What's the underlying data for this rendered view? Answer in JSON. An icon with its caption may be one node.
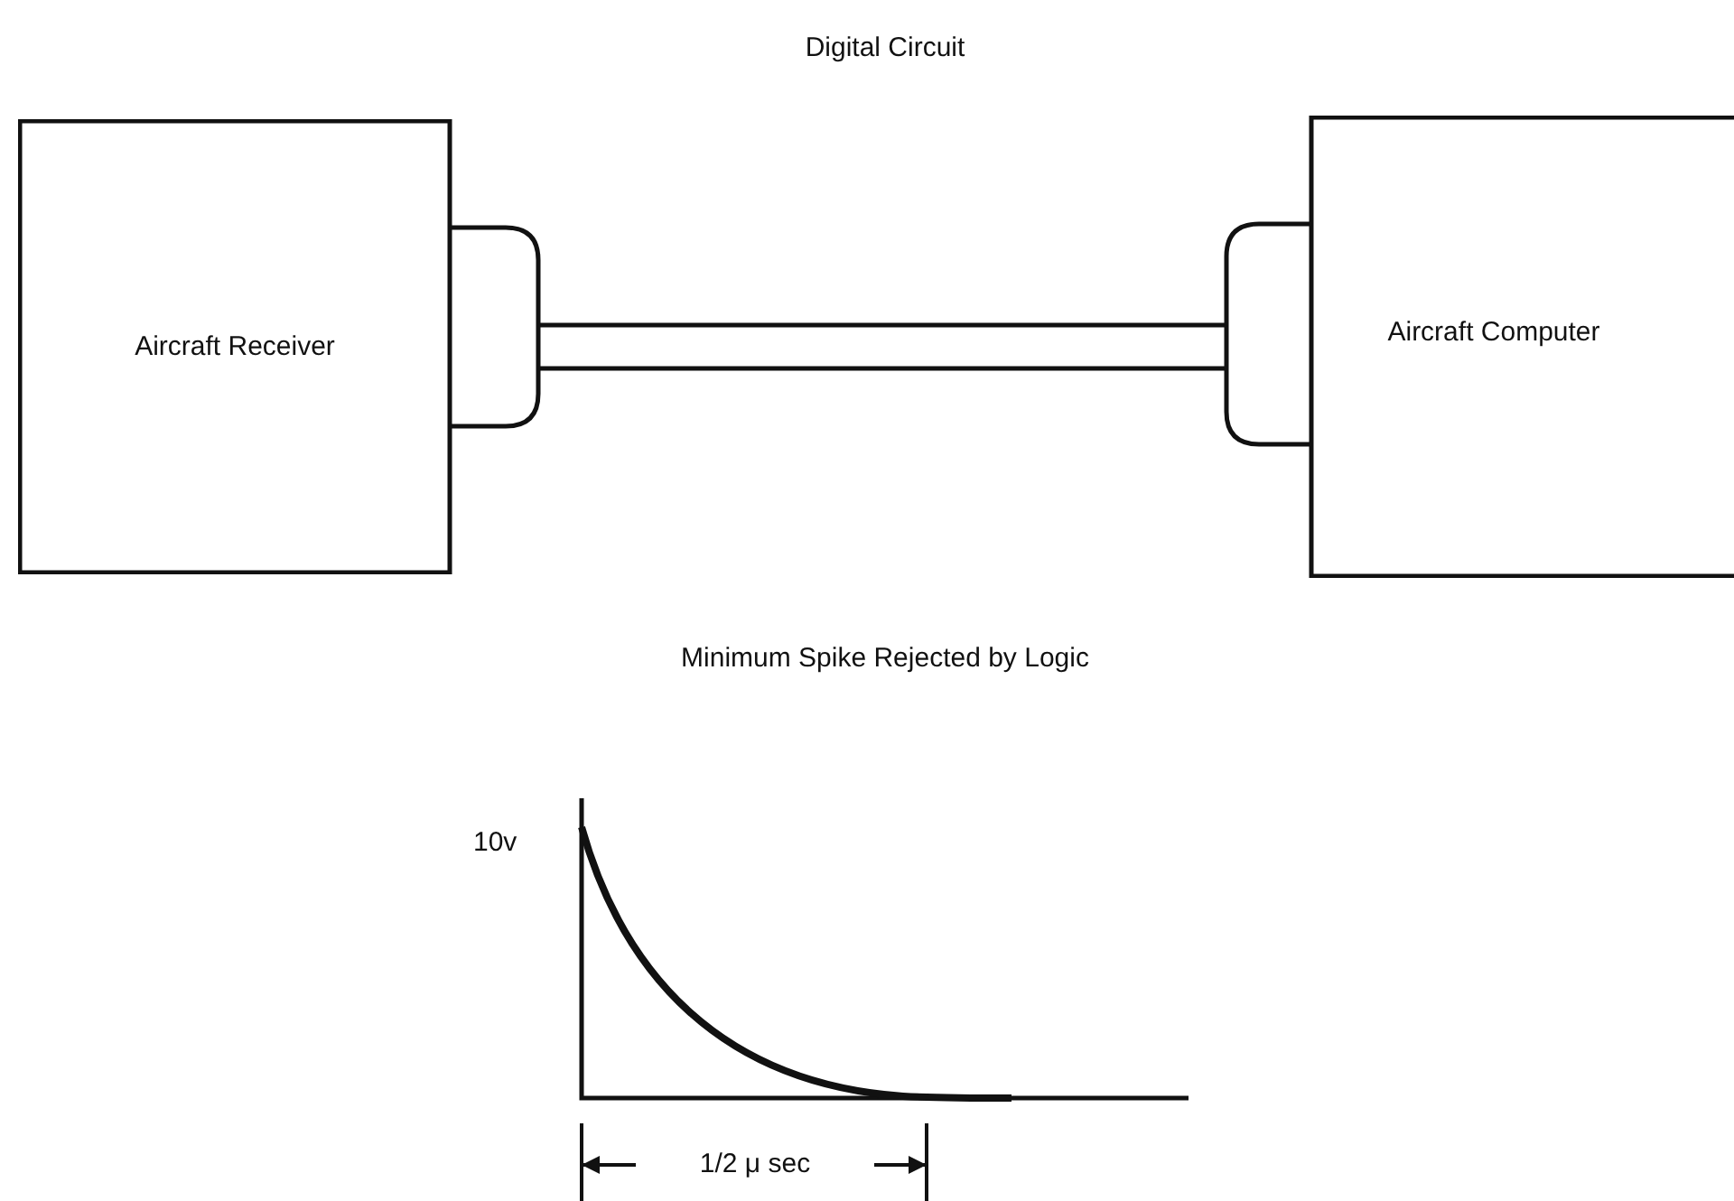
{
  "diagram": {
    "title": "Digital Circuit",
    "nodes": [
      {
        "text": [
          "Aircraft Receiver"
        ]
      },
      {
        "text": [
          "Aircraft Computer"
        ]
      }
    ],
    "edges": [
      {
        "from": 0,
        "to": 1,
        "arrow": "none"
      }
    ],
    "labels": [
      "Minimum Spike Rejected by Logic",
      "10v",
      "1/2 μ sec"
    ]
  }
}
